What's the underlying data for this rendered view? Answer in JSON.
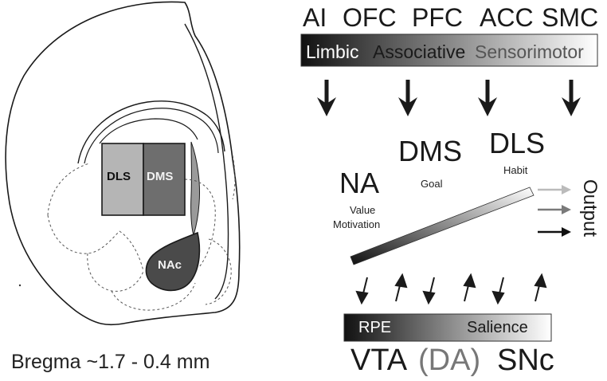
{
  "brain": {
    "regions": [
      "DLS",
      "DMS",
      "NAc"
    ],
    "caption": "Bregma ~1.7 - 0.4 mm"
  },
  "cortex": {
    "areas": [
      "AI",
      "OFC",
      "PFC",
      "ACC",
      "SMC"
    ],
    "gradient_labels": [
      "Limbic",
      "Associative",
      "Sensorimotor"
    ]
  },
  "striatum": {
    "NA": {
      "name": "NA",
      "role": [
        "Value",
        "Motivation"
      ]
    },
    "DMS": {
      "name": "DMS",
      "role": "Goal"
    },
    "DLS": {
      "name": "DLS",
      "role": "Habit"
    }
  },
  "output_label": "Output",
  "dopamine": {
    "gradient_labels": [
      "RPE",
      "Salience"
    ],
    "sources": [
      "VTA",
      "(DA)",
      "SNc"
    ]
  },
  "colors": {
    "dls_fill": "#b5b5b5",
    "dms_fill": "#6e6e6e",
    "nac_fill": "#4a4a4a",
    "gradient_dark": "#111111",
    "gradient_light": "#ffffff",
    "arrow": "#1a1a1a"
  }
}
